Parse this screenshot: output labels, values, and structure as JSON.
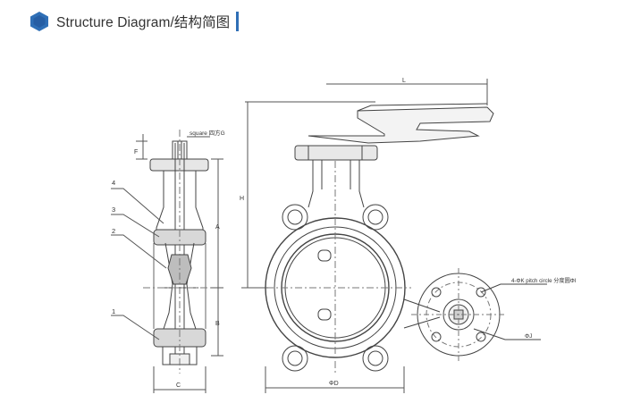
{
  "header": {
    "title": "Structure Diagram/结构简图",
    "accent_color": "#2f6fb6",
    "icon": "hexagon-icon"
  },
  "diagram": {
    "part_labels": [
      "4",
      "3",
      "2",
      "1"
    ],
    "dimension_labels": {
      "square": "square 四方G",
      "F": "F",
      "A": "A",
      "B": "B",
      "C": "C",
      "L": "L",
      "H": "H",
      "D": "ΦD",
      "pitch": "4-ΦK pitch circle 分度圆ΦI",
      "J": "ΦJ"
    }
  }
}
